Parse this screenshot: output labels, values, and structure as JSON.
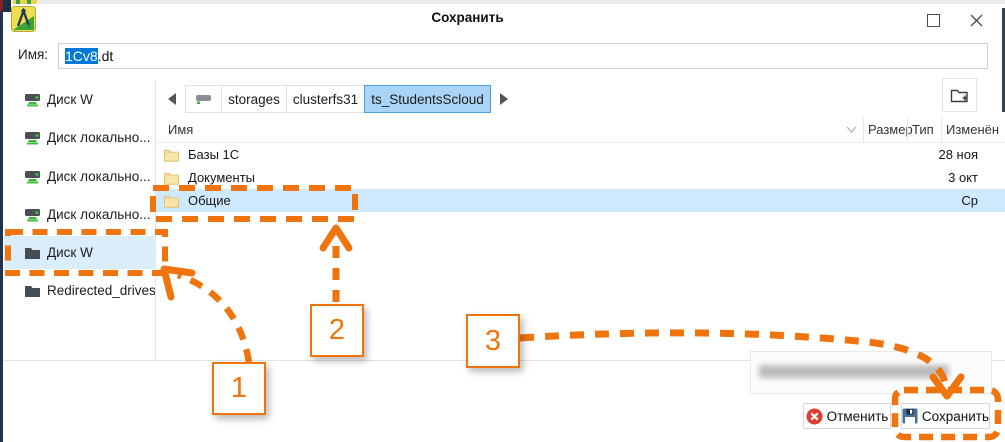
{
  "chrome": {
    "title": "Сохранить"
  },
  "name_field": {
    "label": "Имя:",
    "selected_text": "1Cv8",
    "rest_text": ".dt"
  },
  "sidebar": {
    "items": [
      {
        "label": "Диск W",
        "icon": "network-drive"
      },
      {
        "label": "Диск локально...",
        "icon": "network-drive"
      },
      {
        "label": "Диск локально...",
        "icon": "network-drive"
      },
      {
        "label": "Диск локально...",
        "icon": "network-drive"
      },
      {
        "label": "Диск W",
        "icon": "dark-folder",
        "selected": true
      },
      {
        "label": "Redirected_drives",
        "icon": "dark-folder"
      }
    ]
  },
  "breadcrumb": {
    "crumbs": [
      {
        "label": "storages"
      },
      {
        "label": "clusterfs31"
      },
      {
        "label": "ts_StudentsScloud",
        "selected": true
      }
    ]
  },
  "table": {
    "columns": [
      "Имя",
      "Размер",
      "Тип",
      "Изменён"
    ],
    "rows": [
      {
        "name": "Базы 1С",
        "modified": "28 ноя"
      },
      {
        "name": "Документы",
        "modified": "3 окт"
      },
      {
        "name": "Общие",
        "modified": "Ср",
        "selected": true
      }
    ]
  },
  "footer": {
    "cancel_label": "Отменить",
    "save_label": "Сохранить"
  },
  "annotations": {
    "steps": [
      "1",
      "2",
      "3"
    ]
  },
  "colors": {
    "annotation_orange": "#f0740e",
    "selection_blue": "#0078d7",
    "row_highlight": "#cfe9fc",
    "crumb_highlight": "#a9d4f6"
  }
}
